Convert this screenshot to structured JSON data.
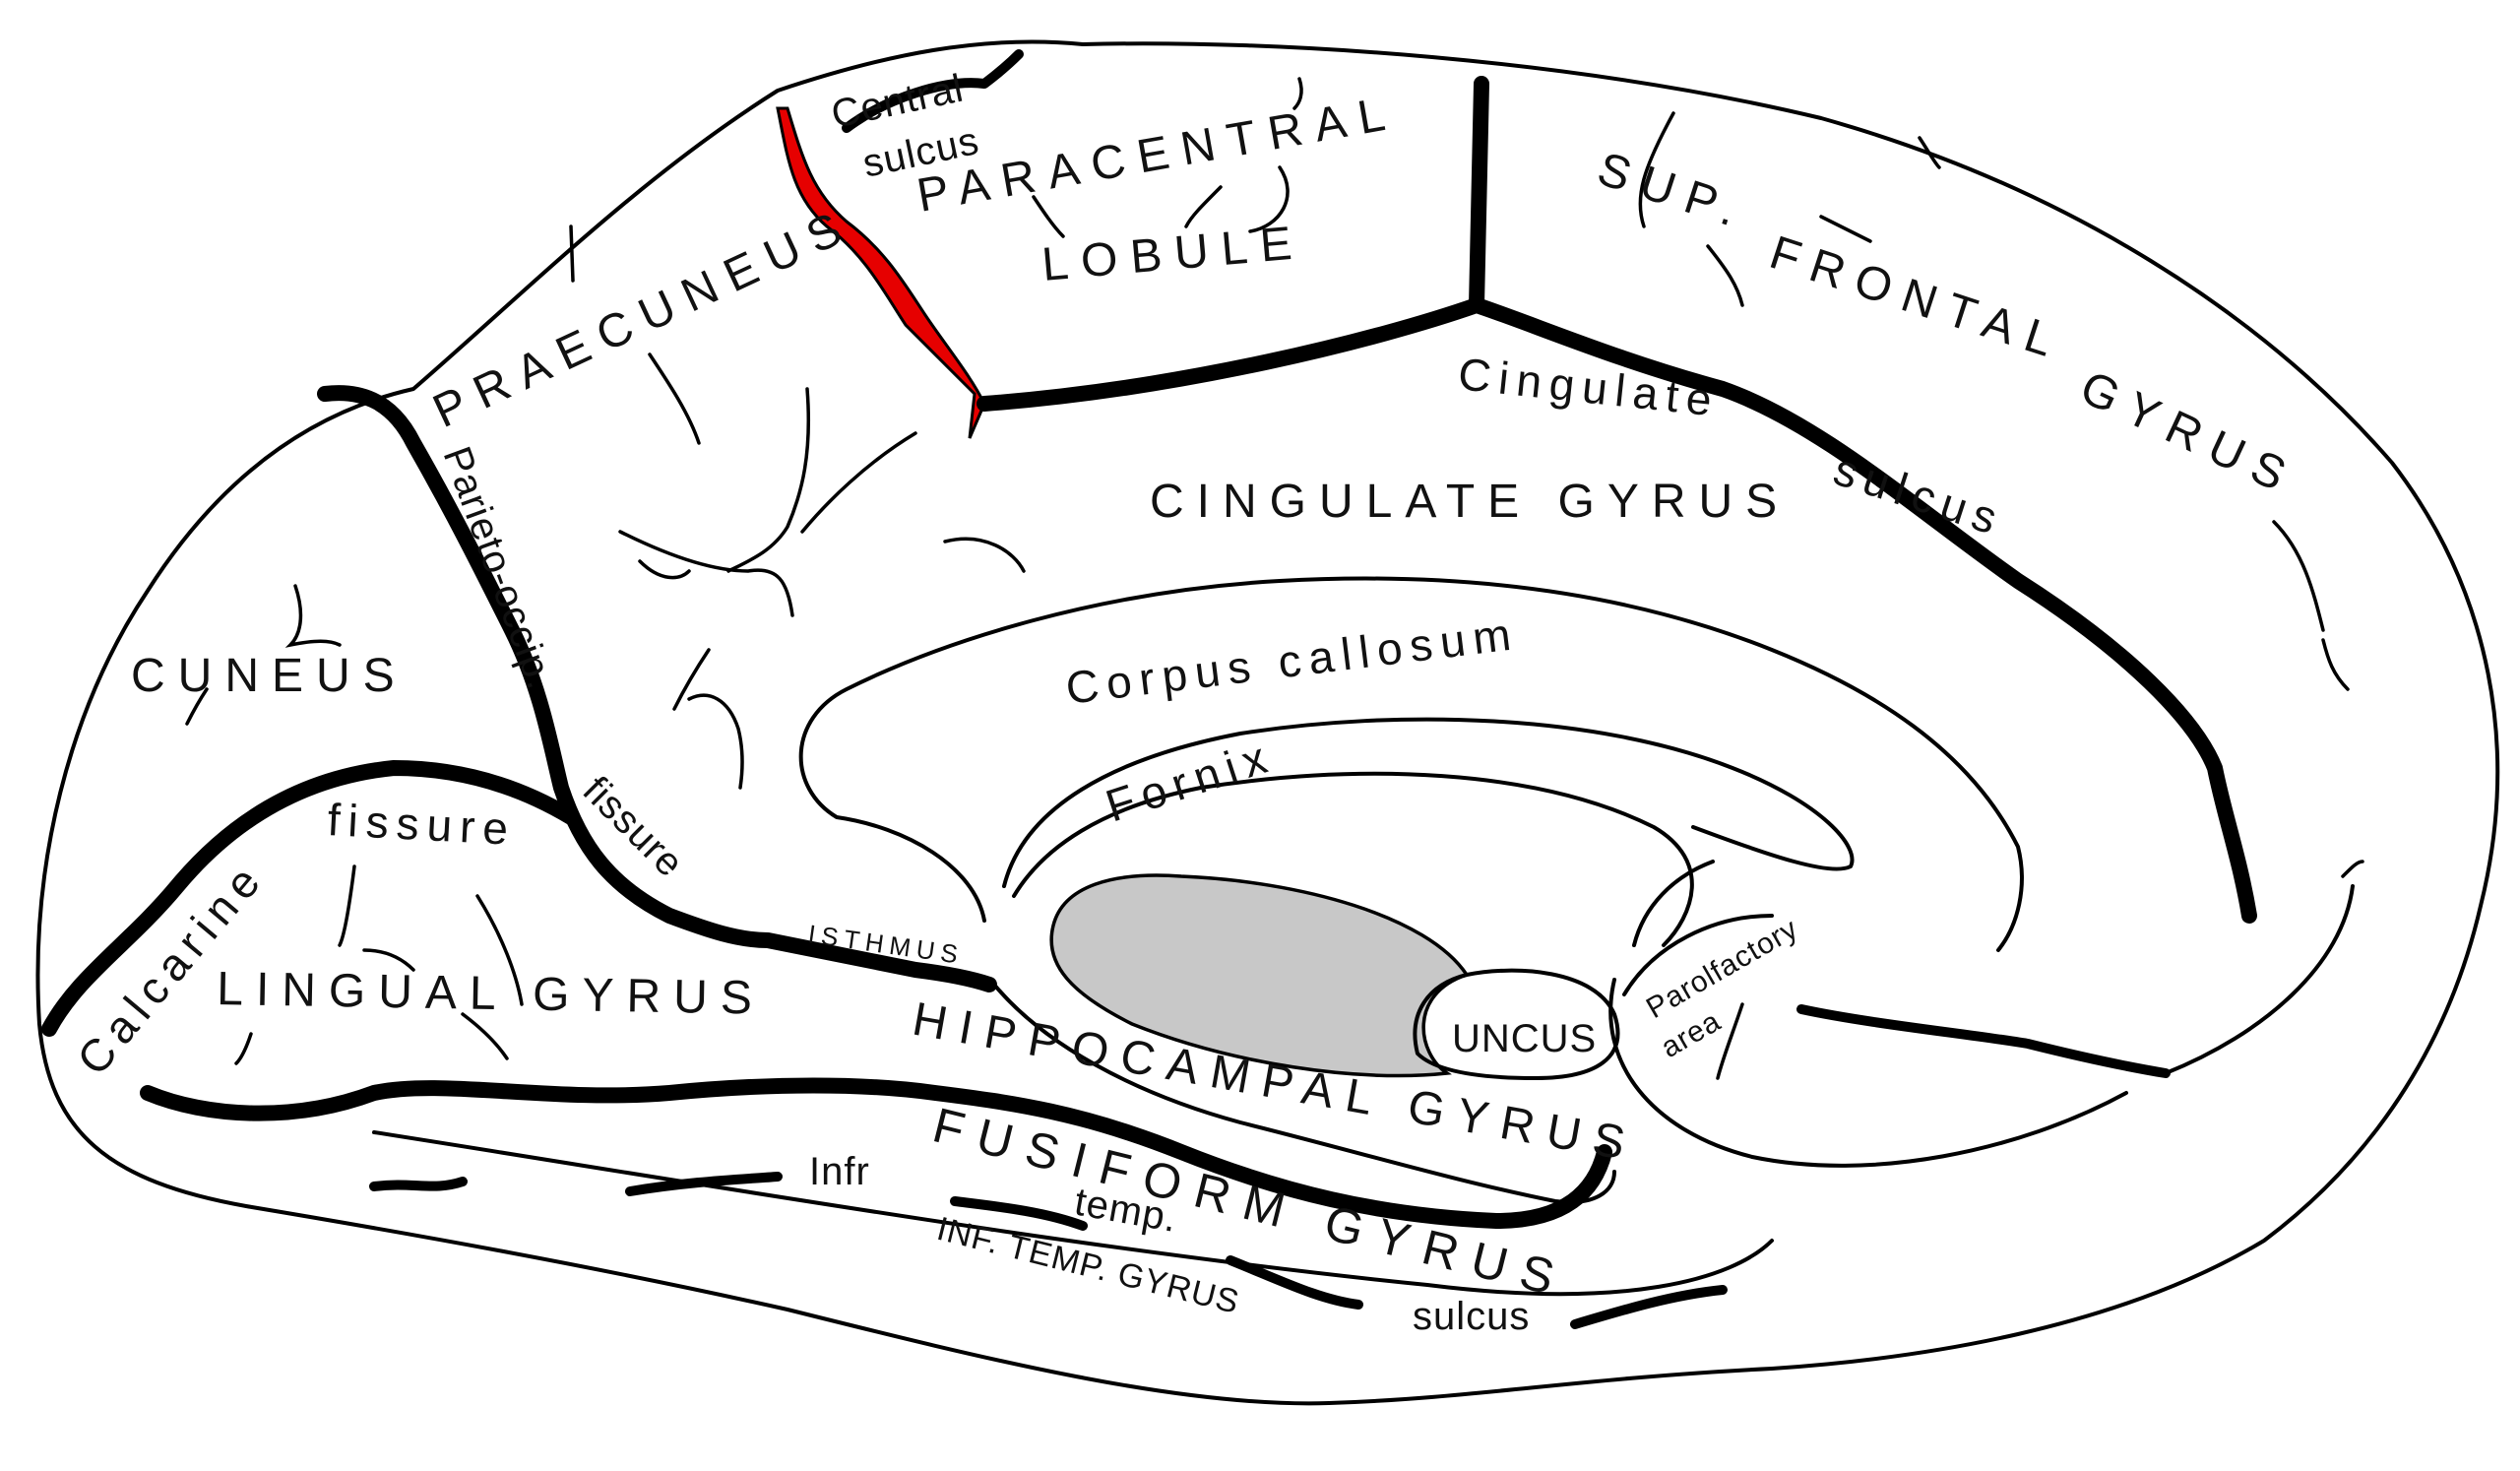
{
  "colors": {
    "outline": "#000000",
    "highlight_central_sulcus": "#e60000",
    "ventricle_fill": "#c8c8c8",
    "background": "#ffffff"
  },
  "labels": {
    "central_sulcus_1": "Central",
    "central_sulcus_2": "sulcus",
    "paracentral": "PARACENTRAL",
    "lobule": "LOBULE",
    "sup": "SUP.",
    "frontal": "FRONTAL",
    "gyrus_sup": "GYRUS",
    "praecuneus": "PRAECUNEUS",
    "parieto_occip": "Parieto-occip.",
    "cingulate_sulcus_1": "Cingulate",
    "cingulate_sulcus_2": "sulcus",
    "cingulate_gyrus": "CINGULATE GYRUS",
    "cuneus": "CUNEUS",
    "corpus_callosum": "Corpus callosum",
    "fornix": "Fornix",
    "calcarine": "Calcarine",
    "fissure_calcarine": "fissure",
    "fissure_po": "fissure",
    "isthmus": "ISTHMUS",
    "lingual_gyrus": "LINGUAL GYRUS",
    "hippocampal_gyrus": "HIPPOCAMPAL GYRUS",
    "uncus": "UNCUS",
    "parolfactory_1": "Parolfactory",
    "parolfactory_2": "area",
    "fusiform_gyrus": "FUSIFORM GYRUS",
    "infr": "Infr",
    "temp": "temp.",
    "inf_temp_gyrus": "INF. TEMP. GYRUS",
    "sulcus_inf": "sulcus"
  }
}
